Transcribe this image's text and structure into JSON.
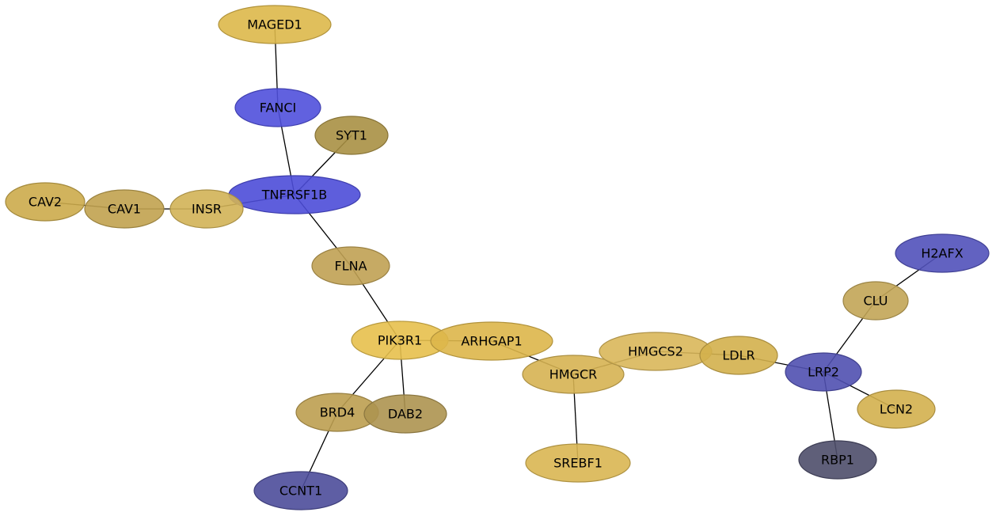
{
  "nodes": [
    {
      "id": "MAGED1",
      "label": "MAGED1",
      "color": "#DDB84A"
    },
    {
      "id": "FANCI",
      "label": "FANCI",
      "color": "#5050DC"
    },
    {
      "id": "SYT1",
      "label": "SYT1",
      "color": "#A99044"
    },
    {
      "id": "TNFRSF1B",
      "label": "TNFRSF1B",
      "color": "#4C4CD8"
    },
    {
      "id": "CAV2",
      "label": "CAV2",
      "color": "#CCAB4B"
    },
    {
      "id": "CAV1",
      "label": "CAV1",
      "color": "#C1A24F"
    },
    {
      "id": "INSR",
      "label": "INSR",
      "color": "#D2B356"
    },
    {
      "id": "FLNA",
      "label": "FLNA",
      "color": "#C0A153"
    },
    {
      "id": "PIK3R1",
      "label": "PIK3R1",
      "color": "#E7C04C"
    },
    {
      "id": "ARHGAP1",
      "label": "ARHGAP1",
      "color": "#DDB64A"
    },
    {
      "id": "HMGCR",
      "label": "HMGCR",
      "color": "#D6B352"
    },
    {
      "id": "HMGCS2",
      "label": "HMGCS2",
      "color": "#D9B75A"
    },
    {
      "id": "LDLR",
      "label": "LDLR",
      "color": "#D3B04D"
    },
    {
      "id": "LRP2",
      "label": "LRP2",
      "color": "#5050B0"
    },
    {
      "id": "CLU",
      "label": "CLU",
      "color": "#C2A556"
    },
    {
      "id": "H2AFX",
      "label": "H2AFX",
      "color": "#5151BA"
    },
    {
      "id": "LCN2",
      "label": "LCN2",
      "color": "#D3B04E"
    },
    {
      "id": "RBP1",
      "label": "RBP1",
      "color": "#4E4E6A"
    },
    {
      "id": "BRD4",
      "label": "BRD4",
      "color": "#BC9E50"
    },
    {
      "id": "DAB2",
      "label": "DAB2",
      "color": "#AD9450"
    },
    {
      "id": "CCNT1",
      "label": "CCNT1",
      "color": "#4D4D9A"
    },
    {
      "id": "SREBF1",
      "label": "SREBF1",
      "color": "#D9B652"
    }
  ],
  "edges": [
    [
      "MAGED1",
      "FANCI"
    ],
    [
      "FANCI",
      "TNFRSF1B"
    ],
    [
      "SYT1",
      "TNFRSF1B"
    ],
    [
      "INSR",
      "TNFRSF1B"
    ],
    [
      "CAV1",
      "INSR"
    ],
    [
      "CAV2",
      "CAV1"
    ],
    [
      "TNFRSF1B",
      "FLNA"
    ],
    [
      "FLNA",
      "PIK3R1"
    ],
    [
      "PIK3R1",
      "ARHGAP1"
    ],
    [
      "PIK3R1",
      "BRD4"
    ],
    [
      "PIK3R1",
      "DAB2"
    ],
    [
      "BRD4",
      "CCNT1"
    ],
    [
      "ARHGAP1",
      "HMGCR"
    ],
    [
      "HMGCR",
      "HMGCS2"
    ],
    [
      "HMGCR",
      "SREBF1"
    ],
    [
      "HMGCS2",
      "LDLR"
    ],
    [
      "LDLR",
      "LRP2"
    ],
    [
      "LRP2",
      "CLU"
    ],
    [
      "CLU",
      "H2AFX"
    ],
    [
      "LRP2",
      "LCN2"
    ],
    [
      "LRP2",
      "RBP1"
    ]
  ]
}
